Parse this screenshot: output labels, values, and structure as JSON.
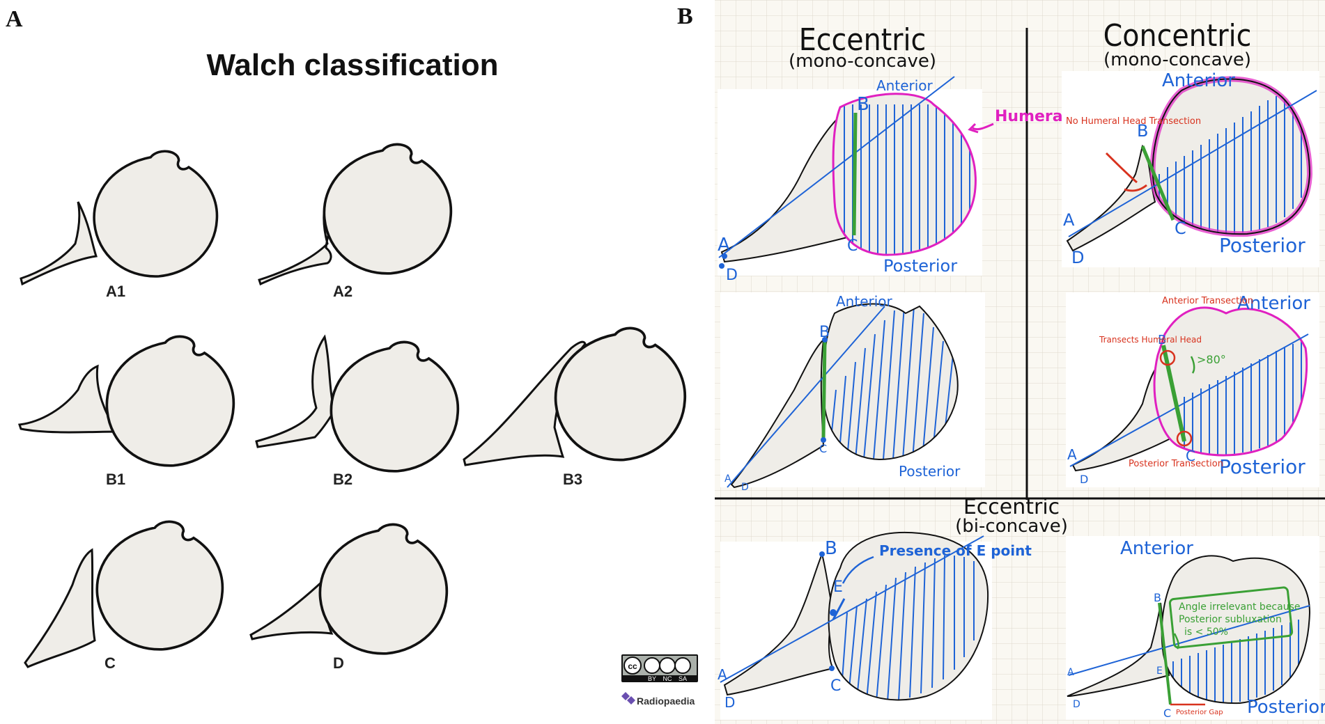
{
  "panel_a": {
    "letter": "A",
    "title": "Walch classification",
    "labels": [
      "A1",
      "A2",
      "B1",
      "B2",
      "B3",
      "C",
      "D"
    ]
  },
  "panel_b": {
    "letter": "B",
    "eccentric_mono": {
      "title": "Eccentric",
      "subtitle": "(mono-concave)"
    },
    "concentric_mono": {
      "title": "Concentric",
      "subtitle": "(mono-concave)"
    },
    "eccentric_bi": {
      "title": "Eccentric",
      "subtitle": "(bi-concave)"
    },
    "humeral_head": "Humeral Head",
    "anterior": "Anterior",
    "posterior": "Posterior",
    "point_a": "A",
    "point_b": "B",
    "point_c": "C",
    "point_d": "D",
    "point_e": "E",
    "no_transection": "No Humeral Head Transection",
    "anterior_transection": "Anterior Transection",
    "posterior_transection": "Posterior Transection",
    "transects_head": "Transects Humeral Head",
    "angle": ">80°",
    "e_point": "Presence of E point",
    "angle_note_1": "Angle irrelevant because",
    "angle_note_2": "Posterior subluxation",
    "angle_note_3": "is < 50%",
    "posterior_gap": "Posterior Gap"
  },
  "credit": {
    "license_parts": [
      "BY",
      "NC",
      "SA"
    ],
    "brand": "Radiopaedia"
  },
  "colors": {
    "blue": "#1e63d6",
    "magenta": "#e020c0",
    "red": "#d8321e",
    "green": "#3aa035",
    "bone": "#efede8"
  }
}
